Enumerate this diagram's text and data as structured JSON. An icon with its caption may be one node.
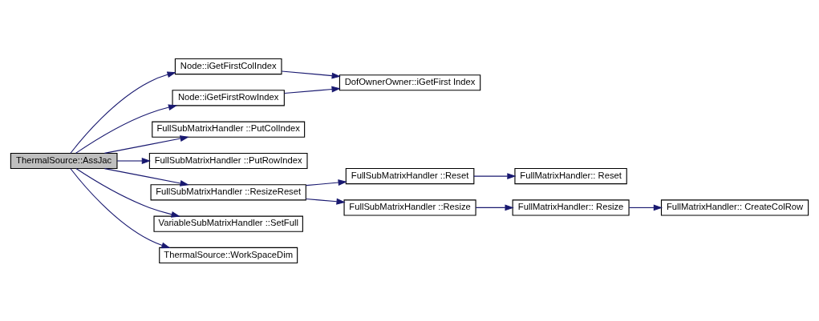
{
  "diagram": {
    "nodes": [
      {
        "text": [
          "ThermalSource::AssJac"
        ]
      },
      {
        "text": [
          "Node::iGetFirstColIndex"
        ]
      },
      {
        "text": [
          "Node::iGetFirstRowIndex"
        ]
      },
      {
        "text": [
          "DofOwnerOwner::iGetFirst Index"
        ]
      },
      {
        "text": [
          "FullSubMatrixHandler ::PutColIndex"
        ]
      },
      {
        "text": [
          "FullSubMatrixHandler ::PutRowIndex"
        ]
      },
      {
        "text": [
          "FullSubMatrixHandler ::ResizeReset"
        ]
      },
      {
        "text": [
          "FullSubMatrixHandler ::Reset"
        ]
      },
      {
        "text": [
          "FullMatrixHandler:: Reset"
        ]
      },
      {
        "text": [
          "FullSubMatrixHandler ::Resize"
        ]
      },
      {
        "text": [
          "FullMatrixHandler:: Resize"
        ]
      },
      {
        "text": [
          "FullMatrixHandler:: CreateColRow"
        ]
      },
      {
        "text": [
          "VariableSubMatrixHandler ::SetFull"
        ]
      },
      {
        "text": [
          "ThermalSource::WorkSpaceDim"
        ]
      }
    ],
    "edges": [
      {
        "from": 0,
        "to": 1,
        "arrow": "to"
      },
      {
        "from": 0,
        "to": 2,
        "arrow": "to"
      },
      {
        "from": 0,
        "to": 4,
        "arrow": "to"
      },
      {
        "from": 0,
        "to": 5,
        "arrow": "to"
      },
      {
        "from": 0,
        "to": 6,
        "arrow": "to"
      },
      {
        "from": 0,
        "to": 12,
        "arrow": "to"
      },
      {
        "from": 0,
        "to": 13,
        "arrow": "to"
      },
      {
        "from": 1,
        "to": 3,
        "arrow": "to"
      },
      {
        "from": 2,
        "to": 3,
        "arrow": "to"
      },
      {
        "from": 6,
        "to": 7,
        "arrow": "to"
      },
      {
        "from": 6,
        "to": 9,
        "arrow": "to"
      },
      {
        "from": 7,
        "to": 8,
        "arrow": "to"
      },
      {
        "from": 9,
        "to": 10,
        "arrow": "to"
      },
      {
        "from": 10,
        "to": 11,
        "arrow": "to"
      }
    ]
  }
}
